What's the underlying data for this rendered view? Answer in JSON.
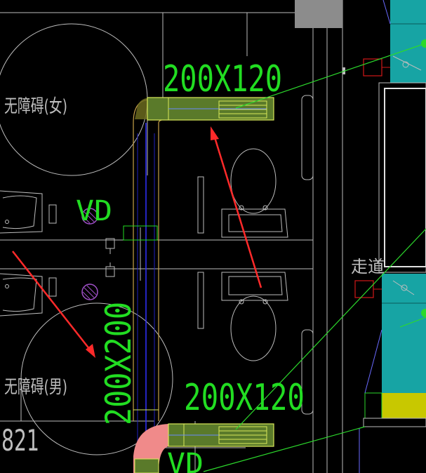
{
  "drawing": {
    "room_labels": {
      "female": "无障碍(女)",
      "male": "无障碍(男)",
      "corridor": "走道"
    },
    "duct_labels": {
      "upper": "200X120",
      "riser": "200X200",
      "lower": "200X120"
    },
    "vd_labels": {
      "upper": "VD",
      "lower": "VD"
    },
    "partial_number": "821"
  },
  "colors": {
    "background": "#000000",
    "cad_white": "#c8c8c8",
    "duct_green": "#22dd22",
    "duct_fill": "#5a7a2a",
    "duct_yellow": "#d8e85a",
    "riser_outline": "#c8a24a",
    "riser_center": "#3030ff",
    "elbow_pink": "#f08a8a",
    "annotation_red": "#ff2a2a",
    "teal": "#17a4a4",
    "yellow_block": "#c8c800",
    "grey_block": "#8c8c8c",
    "leader_green": "#2cd92c",
    "dim_red": "#d01818",
    "purple": "#a050c8"
  }
}
